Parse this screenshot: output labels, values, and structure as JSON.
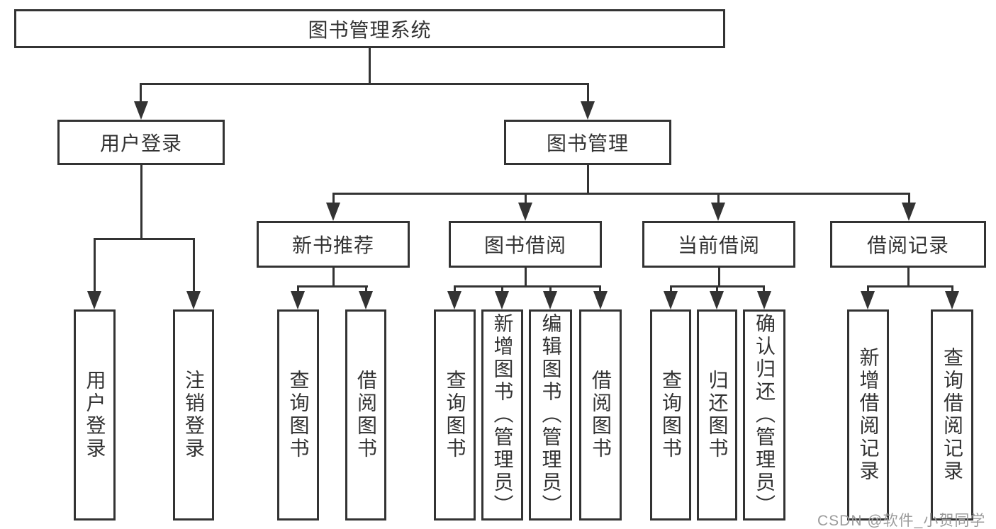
{
  "diagram": {
    "root": {
      "label": "图书管理系统"
    },
    "branches": [
      {
        "label": "用户登录",
        "children": [
          {
            "label": "用户登录"
          },
          {
            "label": "注销登录"
          }
        ]
      },
      {
        "label": "图书管理",
        "children": [
          {
            "label": "新书推荐",
            "children": [
              {
                "label": "查询图书"
              },
              {
                "label": "借阅图书"
              }
            ]
          },
          {
            "label": "图书借阅",
            "children": [
              {
                "label": "查询图书"
              },
              {
                "label": "新增图书（管理员）"
              },
              {
                "label": "编辑图书（管理员）"
              },
              {
                "label": "借阅图书"
              }
            ]
          },
          {
            "label": "当前借阅",
            "children": [
              {
                "label": "查询图书"
              },
              {
                "label": "归还图书"
              },
              {
                "label": "确认归还（管理员）"
              }
            ]
          },
          {
            "label": "借阅记录",
            "children": [
              {
                "label": "新增借阅记录"
              },
              {
                "label": "查询借阅记录"
              }
            ]
          }
        ]
      }
    ]
  },
  "watermark": {
    "text": "CSDN @软件_小贺同学"
  },
  "colors": {
    "line": "#333333",
    "text": "#333333",
    "watermark_text": "#9b9b9b",
    "background": "#ffffff"
  }
}
